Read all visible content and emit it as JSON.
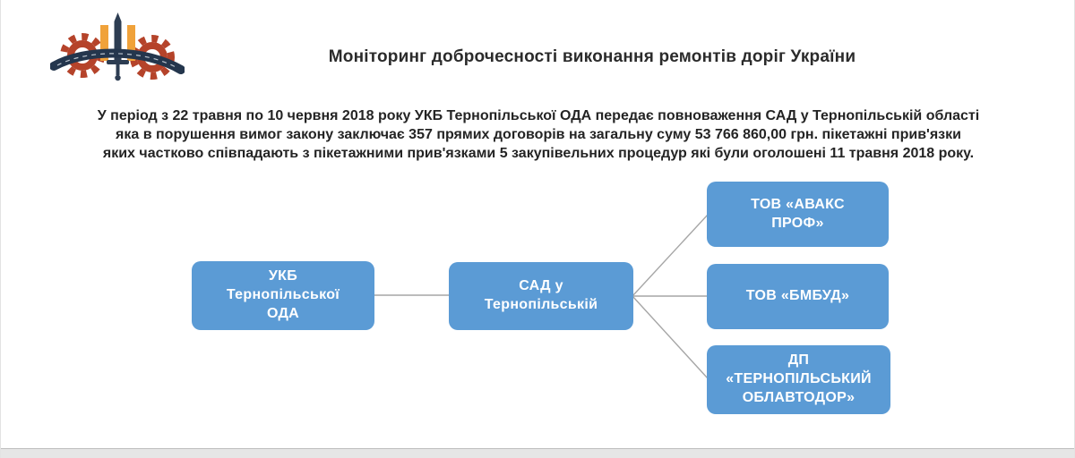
{
  "header": {
    "title": "Моніторинг доброчесності виконання ремонтів доріг України",
    "logo_icon": "gears-trident-road-emblem"
  },
  "summary": {
    "text": "У період з 22 травня по 10 червня 2018 року УКБ Тернопільської ОДА передає повноваження САД у Тернопільській області\nяка в порушення вимог закону заключає 357 прямих договорів на загальну суму 53 766 860,00 грн. пікетажні прив'язки\nяких частково співпадають з пікетажними прив'язками 5 закупівельних процедур які були оголошені 11 травня 2018 року."
  },
  "diagram": {
    "nodes": [
      {
        "id": "ukb-ternopil-oda",
        "label": "УКБ\nТернопільської\nОДА"
      },
      {
        "id": "sad-ternopil",
        "label": "САД у\nТернопільській"
      },
      {
        "id": "tov-avaks-prof",
        "label": "ТОВ «АВАКС\nПРОФ»"
      },
      {
        "id": "tov-bmbud",
        "label": "ТОВ «БМБУД»"
      },
      {
        "id": "dp-ternopilskyi-oblavtodor",
        "label": "ДП\n«ТЕРНОПІЛЬСЬКИЙ\nОБЛАВТОДОР»"
      }
    ],
    "edges": [
      {
        "from": "ukb-ternopil-oda",
        "to": "sad-ternopil"
      },
      {
        "from": "sad-ternopil",
        "to": "tov-avaks-prof"
      },
      {
        "from": "sad-ternopil",
        "to": "tov-bmbud"
      },
      {
        "from": "sad-ternopil",
        "to": "dp-ternopilskyi-oblavtodor"
      }
    ],
    "node_color": "#5b9bd5",
    "connector_color": "#a6a6a6"
  }
}
